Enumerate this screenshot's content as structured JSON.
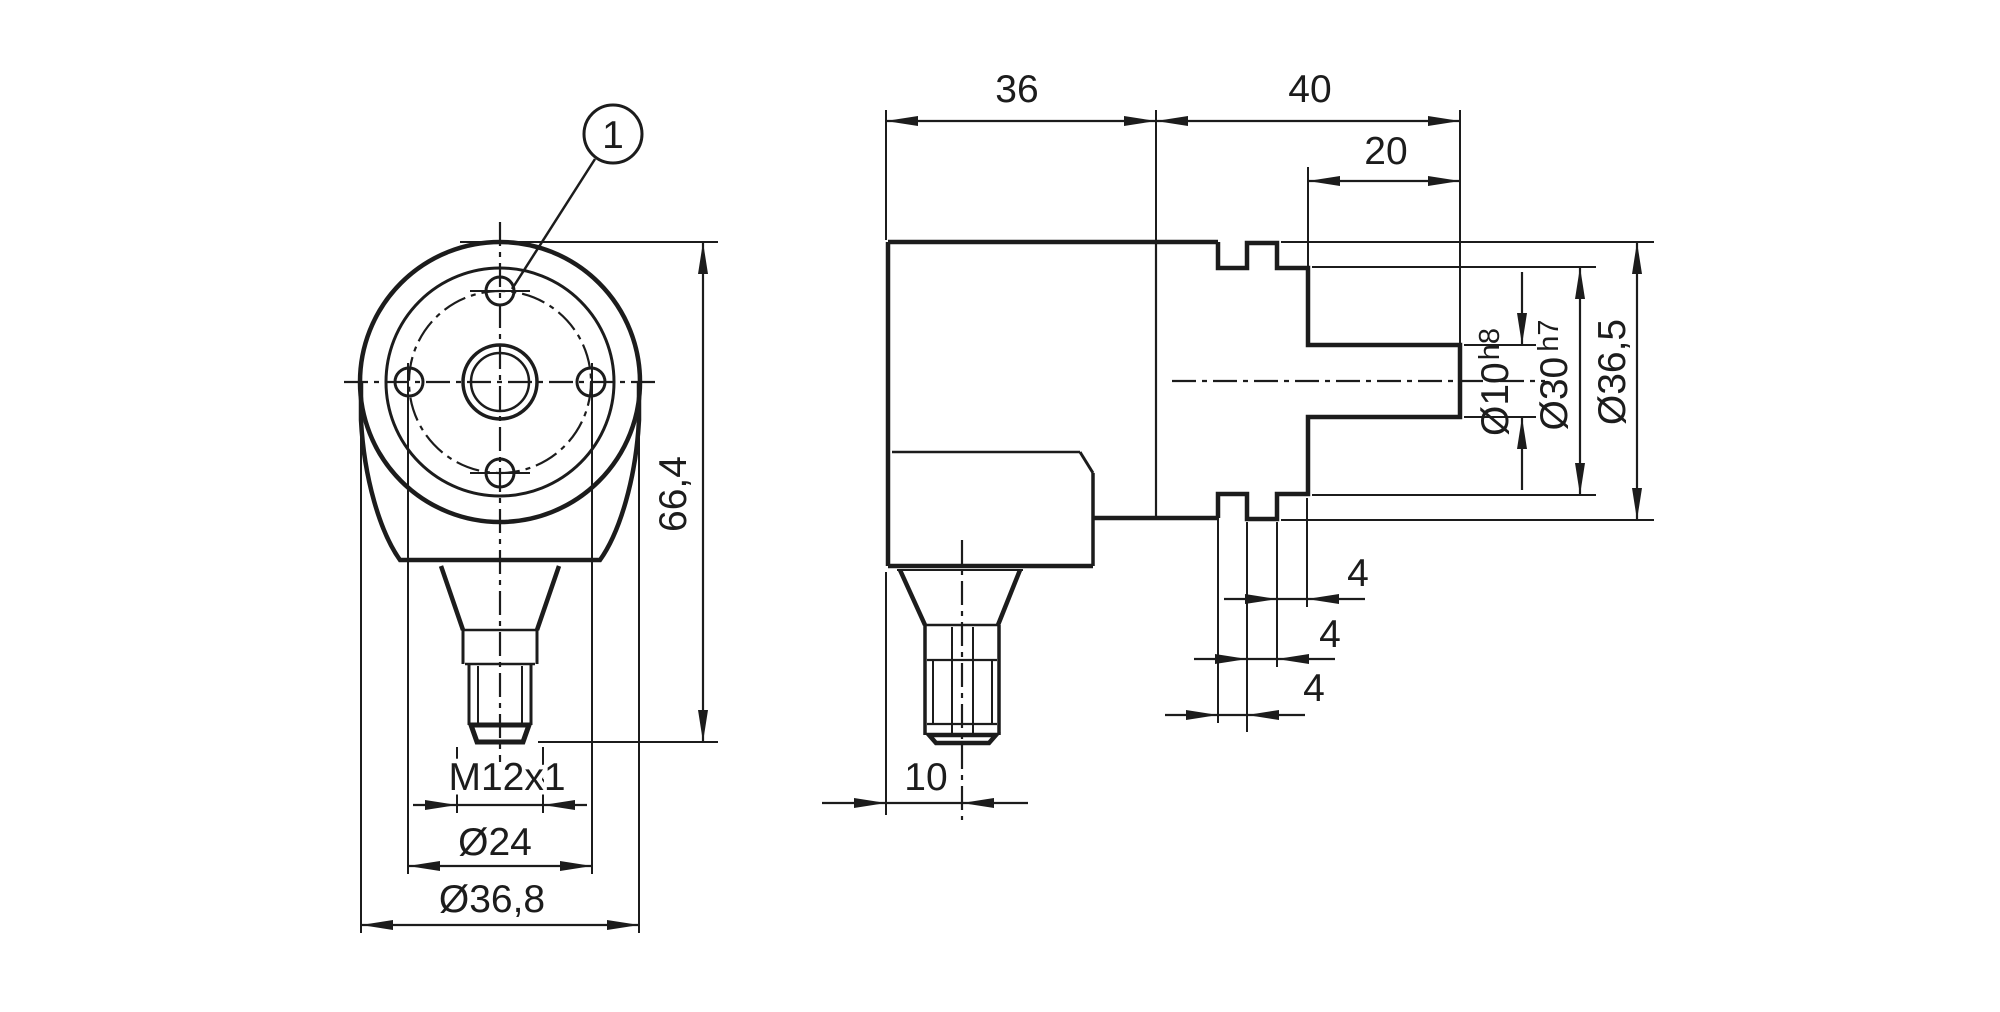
{
  "meta": {
    "background_color": "#ffffff",
    "line_color": "#1c1c1c",
    "drawing_type": "technical-dimension-drawing-rotary-encoder"
  },
  "front_view": {
    "callout_label": "1",
    "dim_thread": "M12x1",
    "dim_bolt_circle": "Ø24",
    "dim_outer_diameter": "Ø36,8",
    "dim_total_height": "66,4"
  },
  "side_view": {
    "dim_body_depth": "36",
    "dim_flange_length": "40",
    "dim_shaft_length": "20",
    "dim_shaft_dia": "Ø10",
    "dim_shaft_tol": "h8",
    "dim_spigot_dia": "Ø30",
    "dim_spigot_tol": "h7",
    "dim_flange_dia": "Ø36,5",
    "dim_plate_a": "4",
    "dim_plate_b": "4",
    "dim_plate_c": "4",
    "dim_connector_offset": "10"
  }
}
